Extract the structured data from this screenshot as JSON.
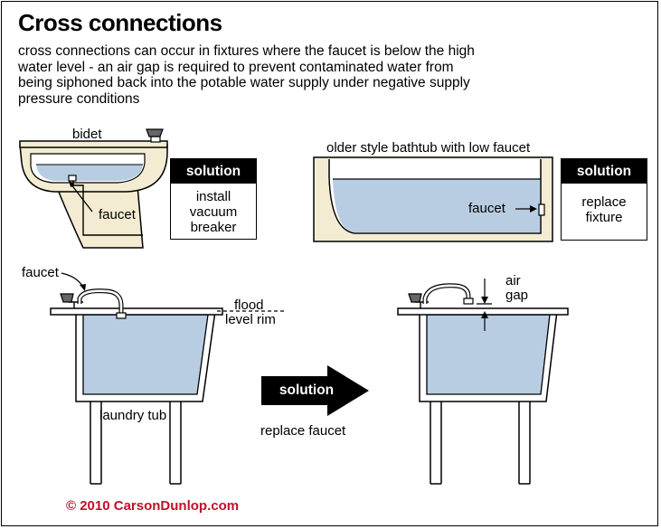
{
  "title": "Cross connections",
  "intro": "cross connections can occur in fixtures where the faucet is below the high water level - an air gap is required to prevent contaminated water from being siphoned back into the potable water supply under negative supply pressure conditions",
  "bidet": {
    "label": "bidet",
    "faucet_label": "faucet",
    "solution_header": "solution",
    "solution_lines": [
      "install",
      "vacuum",
      "breaker"
    ]
  },
  "bathtub": {
    "label": "older style bathtub with low faucet",
    "faucet_label": "faucet",
    "solution_header": "solution",
    "solution_lines": [
      "replace",
      "fixture"
    ]
  },
  "laundry_left": {
    "faucet_label": "faucet",
    "flood_lines": [
      "flood",
      "level rim"
    ],
    "tub_label": "laundry tub"
  },
  "middle": {
    "arrow_label": "solution",
    "caption": "replace faucet"
  },
  "laundry_right": {
    "air_gap_lines": [
      "air",
      "gap"
    ]
  },
  "copyright": "© 2010 CarsonDunlop.com",
  "colors": {
    "water": "#b8cde2",
    "fixture": "#f3ecd2",
    "outline": "#000000",
    "copyright": "#c0102a"
  }
}
